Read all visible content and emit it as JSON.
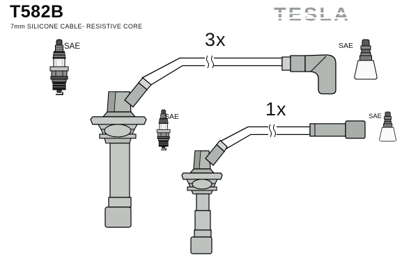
{
  "header": {
    "part_number": "T582B",
    "subtitle": "7mm SILICONE CABLE- RESISTIVE CORE",
    "brand": "TESLA"
  },
  "diagram": {
    "cable_set_3x": {
      "quantity_label": "3x",
      "plug_connector_label": "SAE",
      "coil_connector_label": "SAE"
    },
    "cable_set_1x": {
      "quantity_label": "1x",
      "plug_connector_label": "SAE",
      "coil_connector_label": "SAE"
    }
  },
  "icons": {
    "spark_plug": "spark-plug-icon",
    "coil_terminal_boot": "coil-boot-icon"
  },
  "colors": {
    "outline": "#000000",
    "boot_gray": "#c4c8c4",
    "connector_gray": "#b2b6b2",
    "logo_gray": "#9aa09a",
    "background": "#ffffff"
  }
}
